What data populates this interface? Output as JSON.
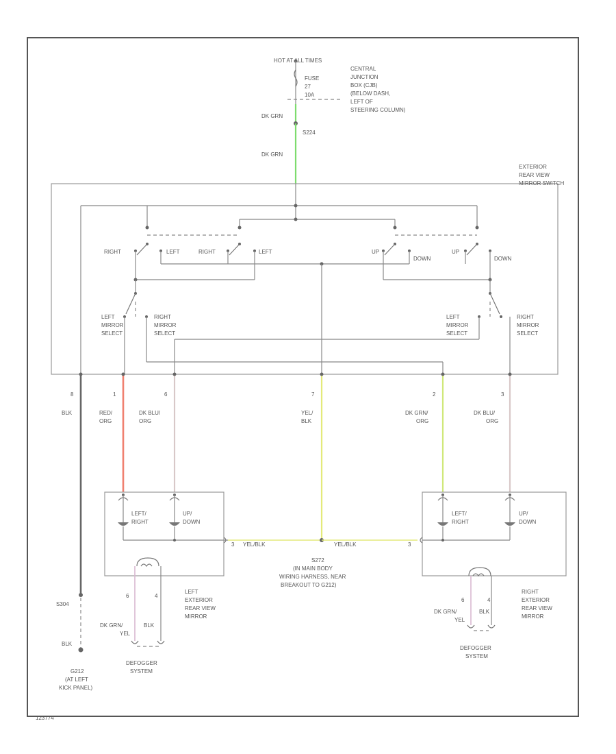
{
  "colors": {
    "dk_grn": "#7ddc6e",
    "red_org": "#f08070",
    "dk_blu_org": "#d8c8c8",
    "yel_blk": "#e4ea7a",
    "dk_grn_org": "#d0e87a",
    "blk": "#666666",
    "pink": "#d8b8d0"
  },
  "power": {
    "hot": "HOT AT ALL TIMES",
    "fuse": "FUSE",
    "fuse_no": "27",
    "fuse_amp": "10A",
    "cjb": [
      "CENTRAL",
      "JUNCTION",
      "BOX (CJB)",
      "(BELOW DASH,",
      "LEFT OF",
      "STEERING COLUMN)"
    ],
    "wire1": "DK GRN",
    "splice": "S224",
    "wire2": "DK GRN"
  },
  "switch": {
    "title": [
      "EXTERIOR",
      "REAR VIEW",
      "MIRROR SWITCH"
    ],
    "right1": "RIGHT",
    "left1": "LEFT",
    "right2": "RIGHT",
    "left2": "LEFT",
    "up1": "UP",
    "down1": "DOWN",
    "up2": "UP",
    "down2": "DOWN",
    "left_select_a": [
      "LEFT",
      "MIRROR",
      "SELECT"
    ],
    "right_select_a": [
      "RIGHT",
      "MIRROR",
      "SELECT"
    ],
    "left_select_b": [
      "LEFT",
      "MIRROR",
      "SELECT"
    ],
    "right_select_b": [
      "RIGHT",
      "MIRROR",
      "SELECT"
    ]
  },
  "wires": [
    {
      "pin": "8",
      "color": "BLK"
    },
    {
      "pin": "1",
      "color": [
        "RED/",
        "ORG"
      ]
    },
    {
      "pin": "6",
      "color": [
        "DK BLU/",
        "ORG"
      ]
    },
    {
      "pin": "7",
      "color": [
        "YEL/",
        "BLK"
      ]
    },
    {
      "pin": "2",
      "color": [
        "DK GRN/",
        "ORG"
      ]
    },
    {
      "pin": "3",
      "color": [
        "DK BLU/",
        "ORG"
      ]
    }
  ],
  "left_mirror": {
    "motor1": [
      "LEFT/",
      "RIGHT"
    ],
    "motor2": [
      "UP/",
      "DOWN"
    ],
    "pin": "3",
    "ground_wire": "YEL/BLK",
    "name": [
      "LEFT",
      "EXTERIOR",
      "REAR VIEW",
      "MIRROR"
    ],
    "heater_pin_a": "6",
    "heater_pin_b": "4",
    "heater_wire_a": [
      "DK GRN/",
      "YEL"
    ],
    "heater_wire_b": "BLK",
    "defogger": [
      "DEFOGGER",
      "SYSTEM"
    ]
  },
  "right_mirror": {
    "motor1": [
      "LEFT/",
      "RIGHT"
    ],
    "motor2": [
      "UP/",
      "DOWN"
    ],
    "pin": "3",
    "ground_wire": "YEL/BLK",
    "name": [
      "RIGHT",
      "EXTERIOR",
      "REAR VIEW",
      "MIRROR"
    ],
    "heater_pin_a": "6",
    "heater_pin_b": "4",
    "heater_wire_a": [
      "DK GRN/",
      "YEL"
    ],
    "heater_wire_b": "BLK",
    "defogger": [
      "DEFOGGER",
      "SYSTEM"
    ]
  },
  "splice_s272": [
    "S272",
    "(IN MAIN BODY",
    "WIRING HARNESS, NEAR",
    "BREAKOUT TO G212)"
  ],
  "ground": {
    "splice": "S304",
    "wire": "BLK",
    "label": [
      "G212",
      "(AT LEFT",
      "KICK PANEL)"
    ]
  },
  "corner_id": "123774"
}
